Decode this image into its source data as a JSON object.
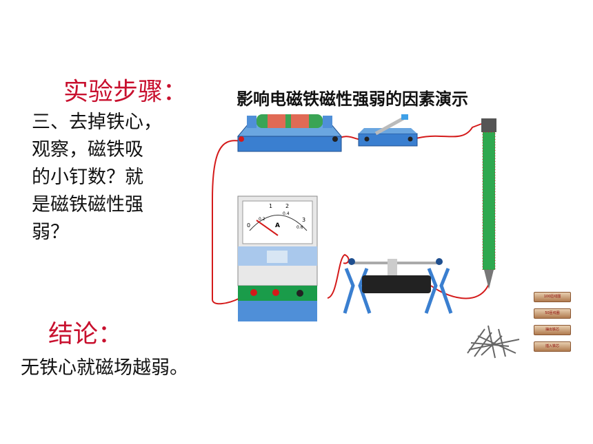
{
  "slide": {
    "steps_heading": "实验步骤：",
    "step_lines": [
      "三、去掉铁心，",
      "观察，磁铁吸",
      "的小钉数？就",
      "是磁铁磁性强",
      "弱？"
    ],
    "conclusion_heading": "结论：",
    "conclusion_text": "无铁心就磁场越弱。"
  },
  "demo": {
    "title": "影响电磁铁磁性强弱的因素演示",
    "ammeter": {
      "unit": "A",
      "scale_labels": [
        "0",
        "1",
        "2",
        "3",
        "0.2",
        "0.4",
        "0.6"
      ]
    },
    "side_buttons": [
      "100匝线圈",
      "50匝线圈",
      "抽出铁芯",
      "插入铁芯"
    ]
  },
  "colors": {
    "heading": "#c8102e",
    "wire": "#d41a1a",
    "base_blue": "#3a7fd0",
    "coil_green": "#2fa84f"
  }
}
